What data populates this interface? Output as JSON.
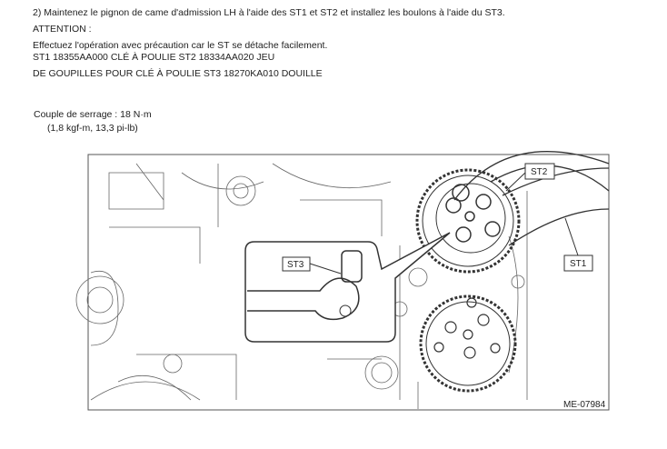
{
  "step": "2) Maintenez le pignon de came d'admission LH à l'aide des ST1 et ST2 et installez les boulons à l'aide du ST3.",
  "attention_label": "ATTENTION :",
  "attention_lines": [
    "Effectuez l'opération avec précaution car le ST se détache facilement.",
    "ST1 18355AA000 CLÉ À POULIE ST2 18334AA020 JEU",
    "DE GOUPILLES POUR CLÉ À POULIE ST3 18270KA010 DOUILLE"
  ],
  "torque": {
    "label": "Couple de serrage : 18 N·m",
    "alt": "(1,8 kgf-m, 13,3 pi-lb)"
  },
  "figure": {
    "callouts": {
      "st1": "ST1",
      "st2": "ST2",
      "st3": "ST3"
    },
    "figure_id": "ME-07984"
  }
}
